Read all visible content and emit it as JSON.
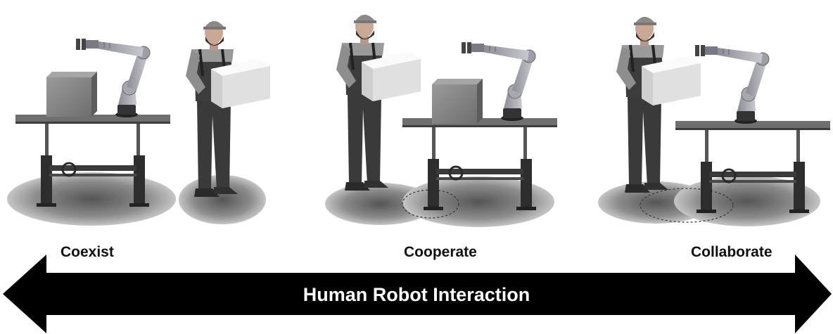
{
  "scenes": [
    {
      "label": "Coexist"
    },
    {
      "label": "Cooperate"
    },
    {
      "label": "Collaborate"
    }
  ],
  "arrow": {
    "title": "Human Robot Interaction",
    "color": "#000000"
  },
  "palette": {
    "floor_light": "#d9d9d9",
    "floor_dark": "#5a5a5a",
    "table_top": "#6f6f6f",
    "box": "#8a8a8a",
    "overalls": "#3a3a3a",
    "robot": "#b4b4bc"
  },
  "icons": [
    "robot-arm-icon",
    "worker-icon",
    "cardboard-box-icon",
    "workbench-icon"
  ]
}
